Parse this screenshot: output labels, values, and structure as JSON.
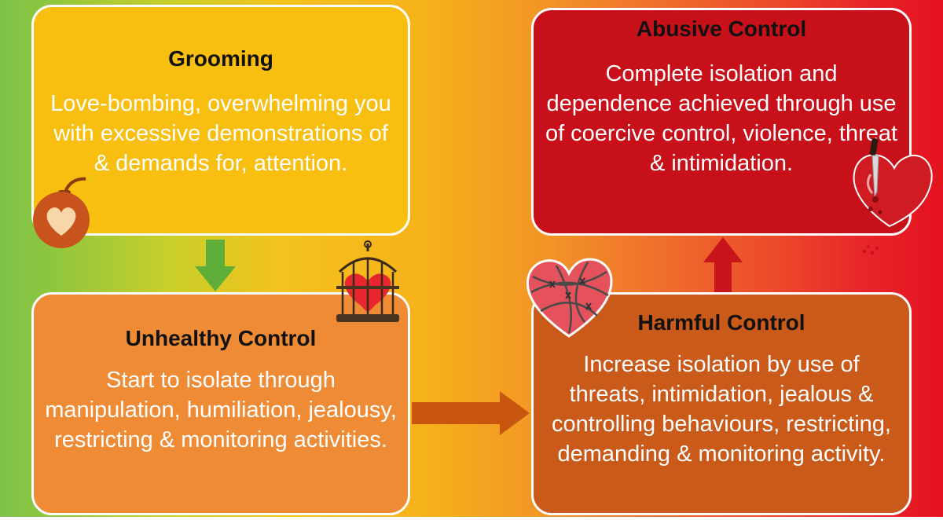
{
  "colors": {
    "grooming_fill": "#f9bf10",
    "unhealthy_fill": "#ef8a35",
    "harmful_fill": "#c95a1a",
    "abusive_fill": "#c7101a",
    "arrow_down": "#5fae3a",
    "arrow_right": "#c9560f",
    "arrow_up": "#c8141b"
  },
  "stages": {
    "grooming": {
      "title": "Grooming",
      "body": "Love-bombing, overwhelming you with excessive demonstrations of & demands for, attention."
    },
    "unhealthy": {
      "title": "Unhealthy Control",
      "body": "Start to isolate through manipulation, humiliation, jealousy, restricting  & monitoring activities."
    },
    "harmful": {
      "title": "Harmful Control",
      "body": "Increase isolation by use of threats, intimidation, jealous & controlling behaviours, restricting, demanding & monitoring activity."
    },
    "abusive": {
      "title": "Abusive Control",
      "body": "Complete isolation and dependence achieved through use of coercive control, violence, threat & intimidation."
    }
  },
  "icons": [
    "bomb-heart-icon",
    "caged-heart-icon",
    "barbed-wire-heart-icon",
    "stabbed-heart-icon"
  ]
}
